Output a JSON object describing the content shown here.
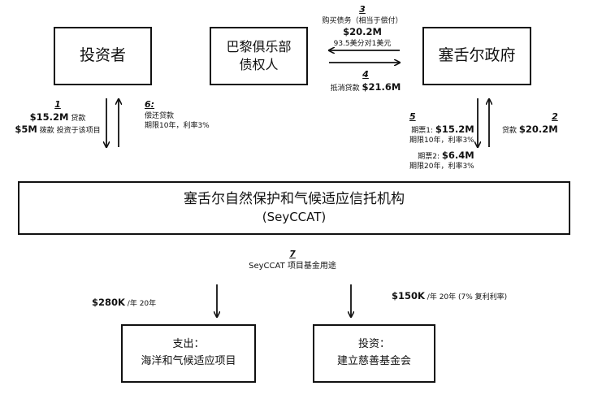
{
  "nodes": {
    "investor": "投资者",
    "paris_line1": "巴黎俱乐部",
    "paris_line2": "债权人",
    "seychelles_gov": "塞舌尔政府",
    "seycat_line1": "塞舌尔自然保护和气候适应信托机构",
    "seycat_line2": "(SeyCCAT)",
    "expense_line1": "支出：",
    "expense_line2": "海洋和气候适应项目",
    "invest_line1": "投资：",
    "invest_line2": "建立慈善基金会"
  },
  "flows": {
    "f1": {
      "num": "1",
      "amount": "$15.2M",
      "amount_suffix": "贷款",
      "grant_amount": "$5M",
      "grant_suffix": "拨款 投资于该项目"
    },
    "f2": {
      "num": "2",
      "label": "贷款",
      "amount": "$20.2M"
    },
    "f3": {
      "num": "3",
      "label": "购买债务（相当于偿付）",
      "amount": "$20.2M",
      "rate": "93.5美分对1美元"
    },
    "f4": {
      "num": "4",
      "label": "抵消贷款",
      "amount": "$21.6M"
    },
    "f5": {
      "num": "5",
      "bond1_label": "期票1:",
      "bond1_amount": "$15.2M",
      "bond1_terms": "期限10年，利率3%",
      "bond2_label": "期票2:",
      "bond2_amount": "$6.4M",
      "bond2_terms": "期限20年，利率3%"
    },
    "f6": {
      "num": "6:",
      "label": "偿还贷款",
      "terms": "期限10年，利率3%"
    },
    "f7": {
      "num": "7",
      "label": "SeyCCAT 项目基金用途"
    },
    "spend": {
      "amount": "$280K",
      "suffix": "/年  20年"
    },
    "grow": {
      "amount": "$150K",
      "suffix": "/年  20年  (7% 复利利率)"
    }
  }
}
